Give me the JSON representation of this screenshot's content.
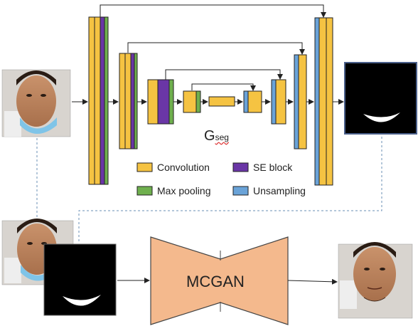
{
  "network_title": {
    "main": "G",
    "sub": "seg"
  },
  "legend": [
    {
      "key": "conv",
      "label": "Convolution",
      "color": "#f5c342"
    },
    {
      "key": "se",
      "label": "SE block",
      "color": "#6a36a6"
    },
    {
      "key": "pool",
      "label": "Max pooling",
      "color": "#6fb04e"
    },
    {
      "key": "up",
      "label": "Unsampling",
      "color": "#6aa3d8"
    }
  ],
  "generator_label": "MCGAN",
  "colors": {
    "stroke": "#222222",
    "generator_fill": "#f4b98d",
    "dashed": "#6a8fb6",
    "mask_bg": "#000000",
    "mask_shape": "#ffffff"
  }
}
